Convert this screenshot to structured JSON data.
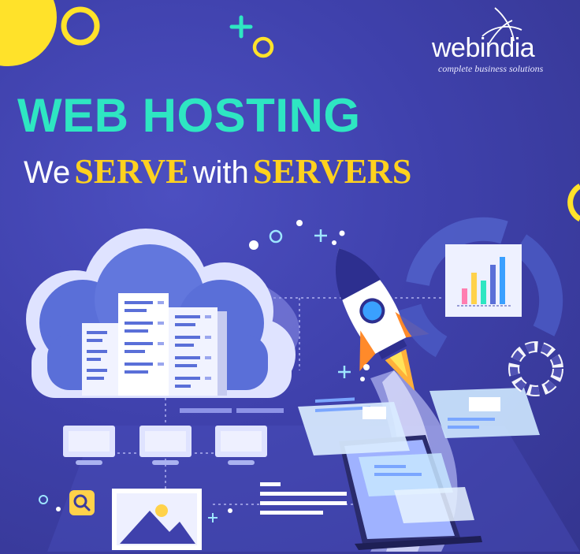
{
  "brand": {
    "name": "webindia",
    "tagline": "complete business solutions"
  },
  "headline": {
    "title": "WEB HOSTING",
    "sub_we": "We",
    "sub_serve": "SERVE",
    "sub_with": "with",
    "sub_servers": "SERVERS"
  },
  "colors": {
    "background": "#3f41ac",
    "headline_teal": "#2ee6c2",
    "accent_yellow": "#ffd21e",
    "text_white": "#ffffff"
  },
  "chart_card": {
    "bar_values": [
      2,
      4,
      3,
      5,
      6
    ]
  },
  "icons": [
    "rocket-icon",
    "cloud-icon",
    "server-icon",
    "monitor-icon",
    "search-icon",
    "image-icon",
    "bar-chart-icon",
    "donut-chart-icon",
    "globe-logo-icon"
  ]
}
